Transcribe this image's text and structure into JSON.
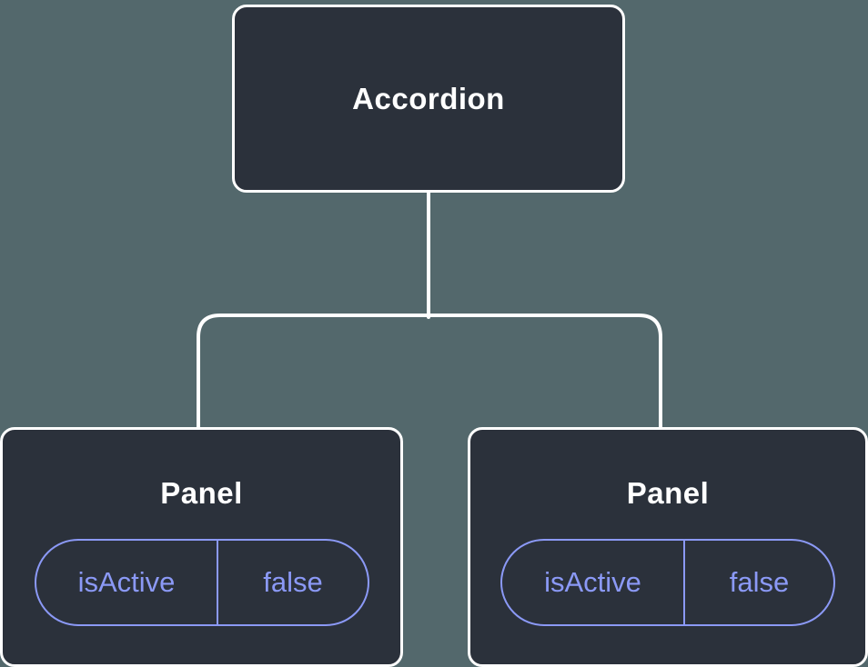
{
  "diagram": {
    "root": {
      "label": "Accordion"
    },
    "panels": [
      {
        "label": "Panel",
        "state": {
          "key": "isActive",
          "value": "false"
        }
      },
      {
        "label": "Panel",
        "state": {
          "key": "isActive",
          "value": "false"
        }
      }
    ],
    "colors": {
      "background": "#53686c",
      "node_fill": "#2b313b",
      "node_border": "#ffffff",
      "node_text": "#ffffff",
      "connector": "#ffffff",
      "state_accent": "#8b99f6"
    }
  }
}
